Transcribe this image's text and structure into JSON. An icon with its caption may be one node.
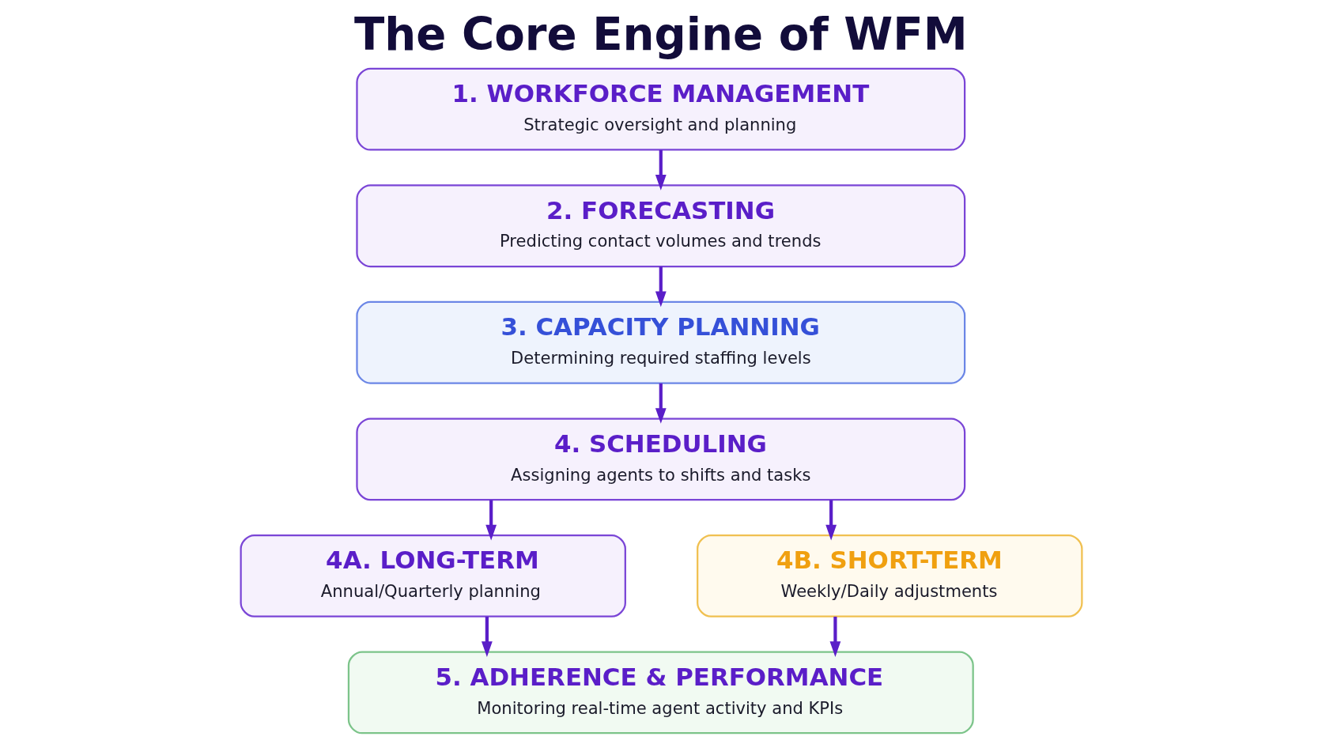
{
  "diagram": {
    "title": "The Core Engine of WFM",
    "nodes": [
      {
        "text": [
          "1. WORKFORCE MANAGEMENT",
          "Strategic oversight and planning"
        ]
      },
      {
        "text": [
          "2. FORECASTING",
          "Predicting contact volumes and trends"
        ]
      },
      {
        "text": [
          "3. CAPACITY PLANNING",
          "Determining required staffing levels"
        ]
      },
      {
        "text": [
          "4. SCHEDULING",
          "Assigning agents to shifts and tasks"
        ]
      },
      {
        "text": [
          "4A. LONG-TERM",
          "Annual/Quarterly planning"
        ]
      },
      {
        "text": [
          "4B. SHORT-TERM",
          "Weekly/Daily adjustments"
        ]
      },
      {
        "text": [
          "5. ADHERENCE & PERFORMANCE",
          "Monitoring real-time agent activity and KPIs"
        ]
      }
    ],
    "edges": [
      {
        "from": 0,
        "to": 1,
        "arrow": "to"
      },
      {
        "from": 1,
        "to": 2,
        "arrow": "to"
      },
      {
        "from": 2,
        "to": 3,
        "arrow": "to"
      },
      {
        "from": 3,
        "to": 4,
        "arrow": "to"
      },
      {
        "from": 3,
        "to": 5,
        "arrow": "to"
      },
      {
        "from": 4,
        "to": 6,
        "arrow": "to"
      },
      {
        "from": 5,
        "to": 6,
        "arrow": "to"
      }
    ]
  }
}
